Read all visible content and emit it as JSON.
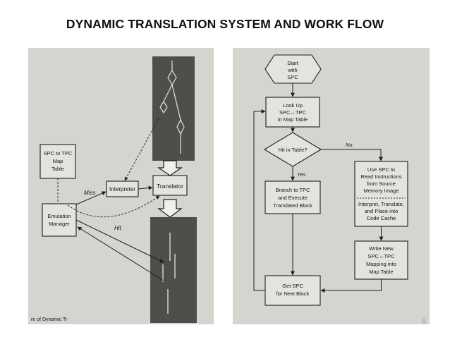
{
  "slide": {
    "title": "DYNAMIC TRANSLATION SYSTEM AND WORK FLOW",
    "page_number": "6"
  },
  "left_diagram": {
    "map_table": [
      "SPC to TPC",
      "Map",
      "Table"
    ],
    "interpreter": "Interpreter",
    "translator": "Translator",
    "emulation_manager": [
      "Emulation",
      "Manager"
    ],
    "miss_label": "Miss",
    "hit_label": "Hit",
    "caption": "re of Dynamic Tr"
  },
  "flowchart": {
    "start": [
      "Start",
      "with",
      "SPC"
    ],
    "lookup": [
      "Look Up",
      "SPC↔TPC",
      "in Map Table"
    ],
    "decision": "Hit in Table?",
    "yes_label": "Yes",
    "no_label": "No",
    "branch": [
      "Branch to TPC",
      "and Execute",
      "Translated Block"
    ],
    "use_spc": [
      "Use SPC to",
      "Read Instructions",
      "from Source",
      "Memory Image"
    ],
    "interpret": [
      "Interpret, Translate,",
      "and Place into",
      "Code Cache"
    ],
    "write_new": [
      "Write New",
      "SPC↔TPC",
      "Mapping into",
      "Map Table"
    ],
    "get_spc": [
      "Get SPC",
      "for Next Block"
    ]
  },
  "colors": {
    "photo_bg": "#d5d4ce",
    "box_fill": "#e4e3dd",
    "dark_block": "#4f4e49",
    "line": "#1e1e1e"
  }
}
